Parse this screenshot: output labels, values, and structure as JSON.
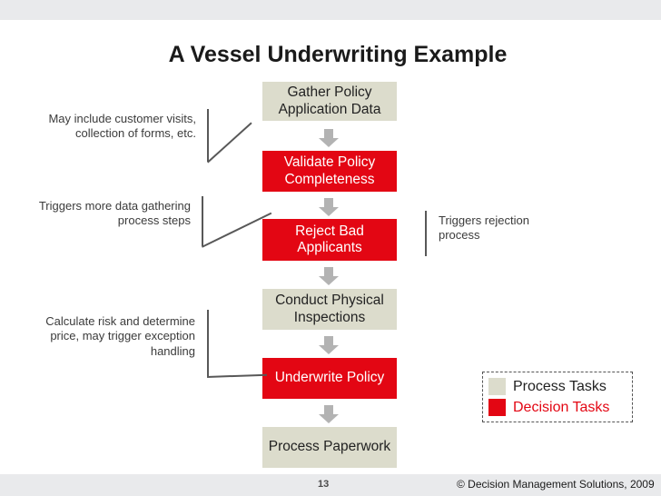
{
  "slide": {
    "title": "A Vessel Underwriting Example",
    "page_number": "13",
    "copyright": "© Decision Management Solutions, 2009"
  },
  "flow": {
    "nodes": [
      {
        "label": "Gather Policy Application Data",
        "type": "process"
      },
      {
        "label": "Validate Policy Completeness",
        "type": "decision"
      },
      {
        "label": "Reject Bad Applicants",
        "type": "decision"
      },
      {
        "label": "Conduct Physical Inspections",
        "type": "process"
      },
      {
        "label": "Underwrite Policy",
        "type": "decision"
      },
      {
        "label": "Process Paperwork",
        "type": "process"
      }
    ]
  },
  "annotations": {
    "left": [
      "May include customer visits, collection of forms, etc.",
      "Triggers more data gathering process steps",
      "Calculate risk and determine price, may trigger exception handling"
    ],
    "right": [
      "Triggers rejection process"
    ]
  },
  "legend": {
    "items": [
      {
        "label": "Process Tasks",
        "color": "#dcdccc"
      },
      {
        "label": "Decision Tasks",
        "color": "#e30613"
      }
    ]
  }
}
